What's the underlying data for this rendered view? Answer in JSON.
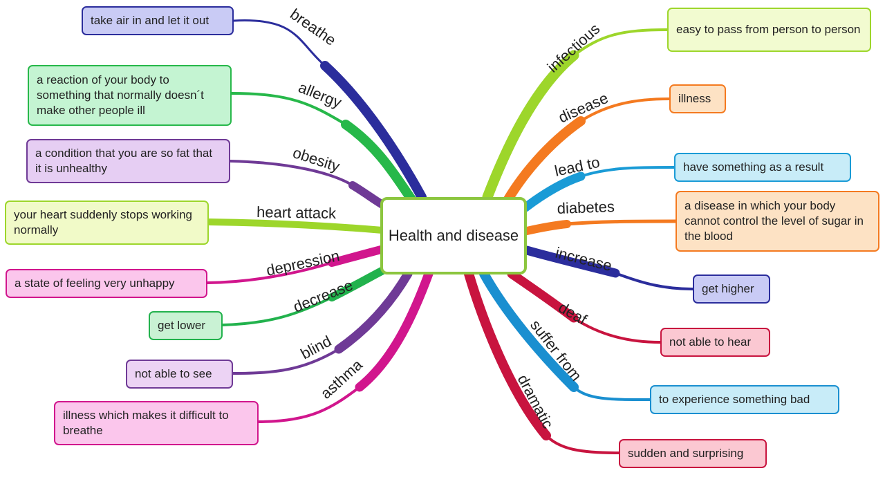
{
  "central": "Health and disease",
  "branches": {
    "breathe": {
      "word": "breathe",
      "definition": "take air in and let it out",
      "color": "#2b2d9c",
      "box_bg": "#c9cbf5"
    },
    "allergy": {
      "word": "allergy",
      "definition": "a reaction of your body to something that normally doesn´t make other people ill",
      "color": "#27b84a",
      "box_bg": "#c4f4d2"
    },
    "obesity": {
      "word": "obesity",
      "definition": "a condition that you are so fat that it is unhealthy",
      "color": "#6f3a96",
      "box_bg": "#e6cef3"
    },
    "heart_attack": {
      "word": "heart attack",
      "definition": "your heart suddenly stops working normally",
      "color": "#9dd62b",
      "box_bg": "#f1fac8"
    },
    "depression": {
      "word": "depression",
      "definition": "a state of feeling very unhappy",
      "color": "#d1168d",
      "box_bg": "#fbc6ec"
    },
    "decrease": {
      "word": "decrease",
      "definition": "get lower",
      "color": "#22b24d",
      "box_bg": "#c9f2d4"
    },
    "blind": {
      "word": "blind",
      "definition": "not able to see",
      "color": "#6f3a96",
      "box_bg": "#ecd3f4"
    },
    "asthma": {
      "word": "asthma",
      "definition": "illness which makes it difficult to breathe",
      "color": "#d1168d",
      "box_bg": "#fbc6ec"
    },
    "infectious": {
      "word": "infectious",
      "definition": "easy to pass from person to person",
      "color": "#9dd62b",
      "box_bg": "#f2fbd0"
    },
    "disease": {
      "word": "disease",
      "definition": "illness",
      "color": "#f47a20",
      "box_bg": "#fde2c4"
    },
    "lead_to": {
      "word": "lead to",
      "definition": "have something as a result",
      "color": "#1a9bd6",
      "box_bg": "#c8ecf8"
    },
    "diabetes": {
      "word": "diabetes",
      "definition": "a disease in which your body cannot control the level of sugar in the blood",
      "color": "#f47a20",
      "box_bg": "#fde2c4"
    },
    "increase": {
      "word": "increase",
      "definition": "get higher",
      "color": "#2b2d9c",
      "box_bg": "#c9cbf5"
    },
    "deaf": {
      "word": "deaf",
      "definition": "not able to hear",
      "color": "#c8143f",
      "box_bg": "#fbc8d2"
    },
    "suffer_from": {
      "word": "suffer from",
      "definition": "to experience something bad",
      "color": "#1a8fd0",
      "box_bg": "#c8ecf8"
    },
    "dramatic": {
      "word": "dramatic",
      "definition": "sudden and surprising",
      "color": "#c8143f",
      "box_bg": "#fbc8d2"
    }
  }
}
